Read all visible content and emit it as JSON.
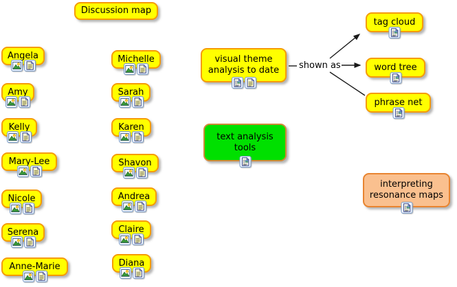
{
  "connector": {
    "label": "shown as"
  },
  "nodes": [
    {
      "id": "discussion-map",
      "label": "Discussion map",
      "color": "yellow",
      "icons": []
    },
    {
      "id": "angela",
      "label": "Angela",
      "color": "yellow",
      "icons": [
        "image-icon",
        "note-icon"
      ]
    },
    {
      "id": "amy",
      "label": "Amy",
      "color": "yellow",
      "icons": [
        "image-icon",
        "note-icon"
      ]
    },
    {
      "id": "kelly",
      "label": "Kelly",
      "color": "yellow",
      "icons": [
        "image-icon",
        "note-icon"
      ]
    },
    {
      "id": "mary-lee",
      "label": "Mary-Lee",
      "color": "yellow",
      "icons": [
        "image-icon",
        "note-icon"
      ]
    },
    {
      "id": "nicole",
      "label": "Nicole",
      "color": "yellow",
      "icons": [
        "image-icon",
        "note-icon"
      ]
    },
    {
      "id": "serena",
      "label": "Serena",
      "color": "yellow",
      "icons": [
        "image-icon",
        "note-icon"
      ]
    },
    {
      "id": "anne-marie",
      "label": "Anne-Marie",
      "color": "yellow",
      "icons": [
        "image-icon",
        "note-icon"
      ]
    },
    {
      "id": "michelle",
      "label": "Michelle",
      "color": "yellow",
      "icons": [
        "image-icon",
        "note-icon"
      ]
    },
    {
      "id": "sarah",
      "label": "Sarah",
      "color": "yellow",
      "icons": [
        "image-icon",
        "note-icon"
      ]
    },
    {
      "id": "karen",
      "label": "Karen",
      "color": "yellow",
      "icons": [
        "image-icon",
        "note-icon"
      ]
    },
    {
      "id": "shavon",
      "label": "Shavon",
      "color": "yellow",
      "icons": [
        "image-icon",
        "note-icon"
      ]
    },
    {
      "id": "andrea",
      "label": "Andrea",
      "color": "yellow",
      "icons": [
        "image-icon",
        "note-icon"
      ]
    },
    {
      "id": "claire",
      "label": "Claire",
      "color": "yellow",
      "icons": [
        "image-icon",
        "note-icon"
      ]
    },
    {
      "id": "diana",
      "label": "Diana",
      "color": "yellow",
      "icons": [
        "image-icon",
        "note-icon"
      ]
    },
    {
      "id": "visual-theme-analysis",
      "label": "visual theme analysis to date",
      "color": "yellow",
      "icons": [
        "report-icon",
        "note-icon"
      ]
    },
    {
      "id": "tag-cloud",
      "label": "tag cloud",
      "color": "yellow",
      "icons": [
        "report-icon"
      ]
    },
    {
      "id": "word-tree",
      "label": "word tree",
      "color": "yellow",
      "icons": [
        "report-icon"
      ]
    },
    {
      "id": "phrase-net",
      "label": "phrase net",
      "color": "yellow",
      "icons": [
        "report-icon"
      ]
    },
    {
      "id": "text-analysis-tools",
      "label": "text analysis tools",
      "color": "green",
      "icons": [
        "report-icon"
      ]
    },
    {
      "id": "interpreting-resonance-maps",
      "label": "interpreting resonance maps",
      "color": "orange",
      "icons": [
        "report-icon"
      ]
    }
  ],
  "colors": {
    "node_yellow": "#ffff00",
    "node_yellow_border": "#f59b00",
    "node_green": "#00e000",
    "node_green_border": "#d08a38",
    "node_orange": "#fac08f",
    "node_orange_border": "#e88430",
    "icon_frame": "#7a9cc9",
    "arrow": "#1a1a1a",
    "text": "#000000"
  }
}
